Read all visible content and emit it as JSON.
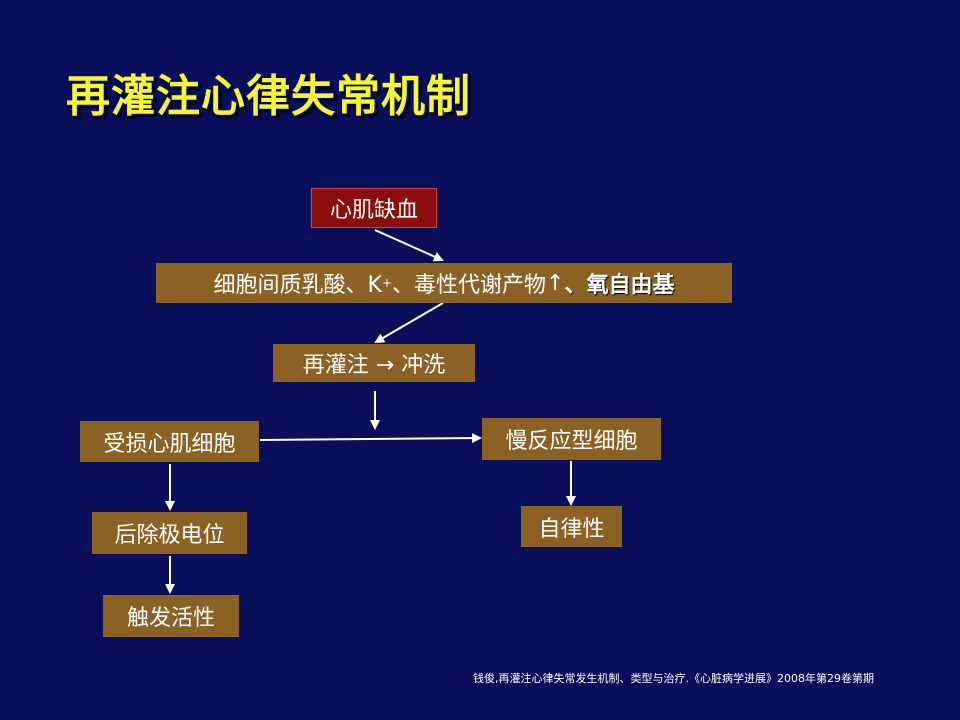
{
  "slide": {
    "title": "再灌注心律失常机制",
    "citation": "钱俊,再灌注心律失常发生机制、类型与治疗.《心脏病学进展》2008年第29卷第期"
  },
  "diagram": {
    "nodes": {
      "ischemia": "心肌缺血",
      "interstitial_pre": "细胞间质乳酸、K",
      "interstitial_sup": "+",
      "interstitial_mid": "、毒性代谢产物",
      "interstitial_up": "↑",
      "interstitial_bold": "、氧自由基",
      "reperfusion": "再灌注 → 冲洗",
      "damaged_cell": "受损心肌细胞",
      "slow_response": "慢反应型细胞",
      "automaticity": "自律性",
      "afterdepolarization": "后除极电位",
      "triggered_activity": "触发活性"
    }
  }
}
